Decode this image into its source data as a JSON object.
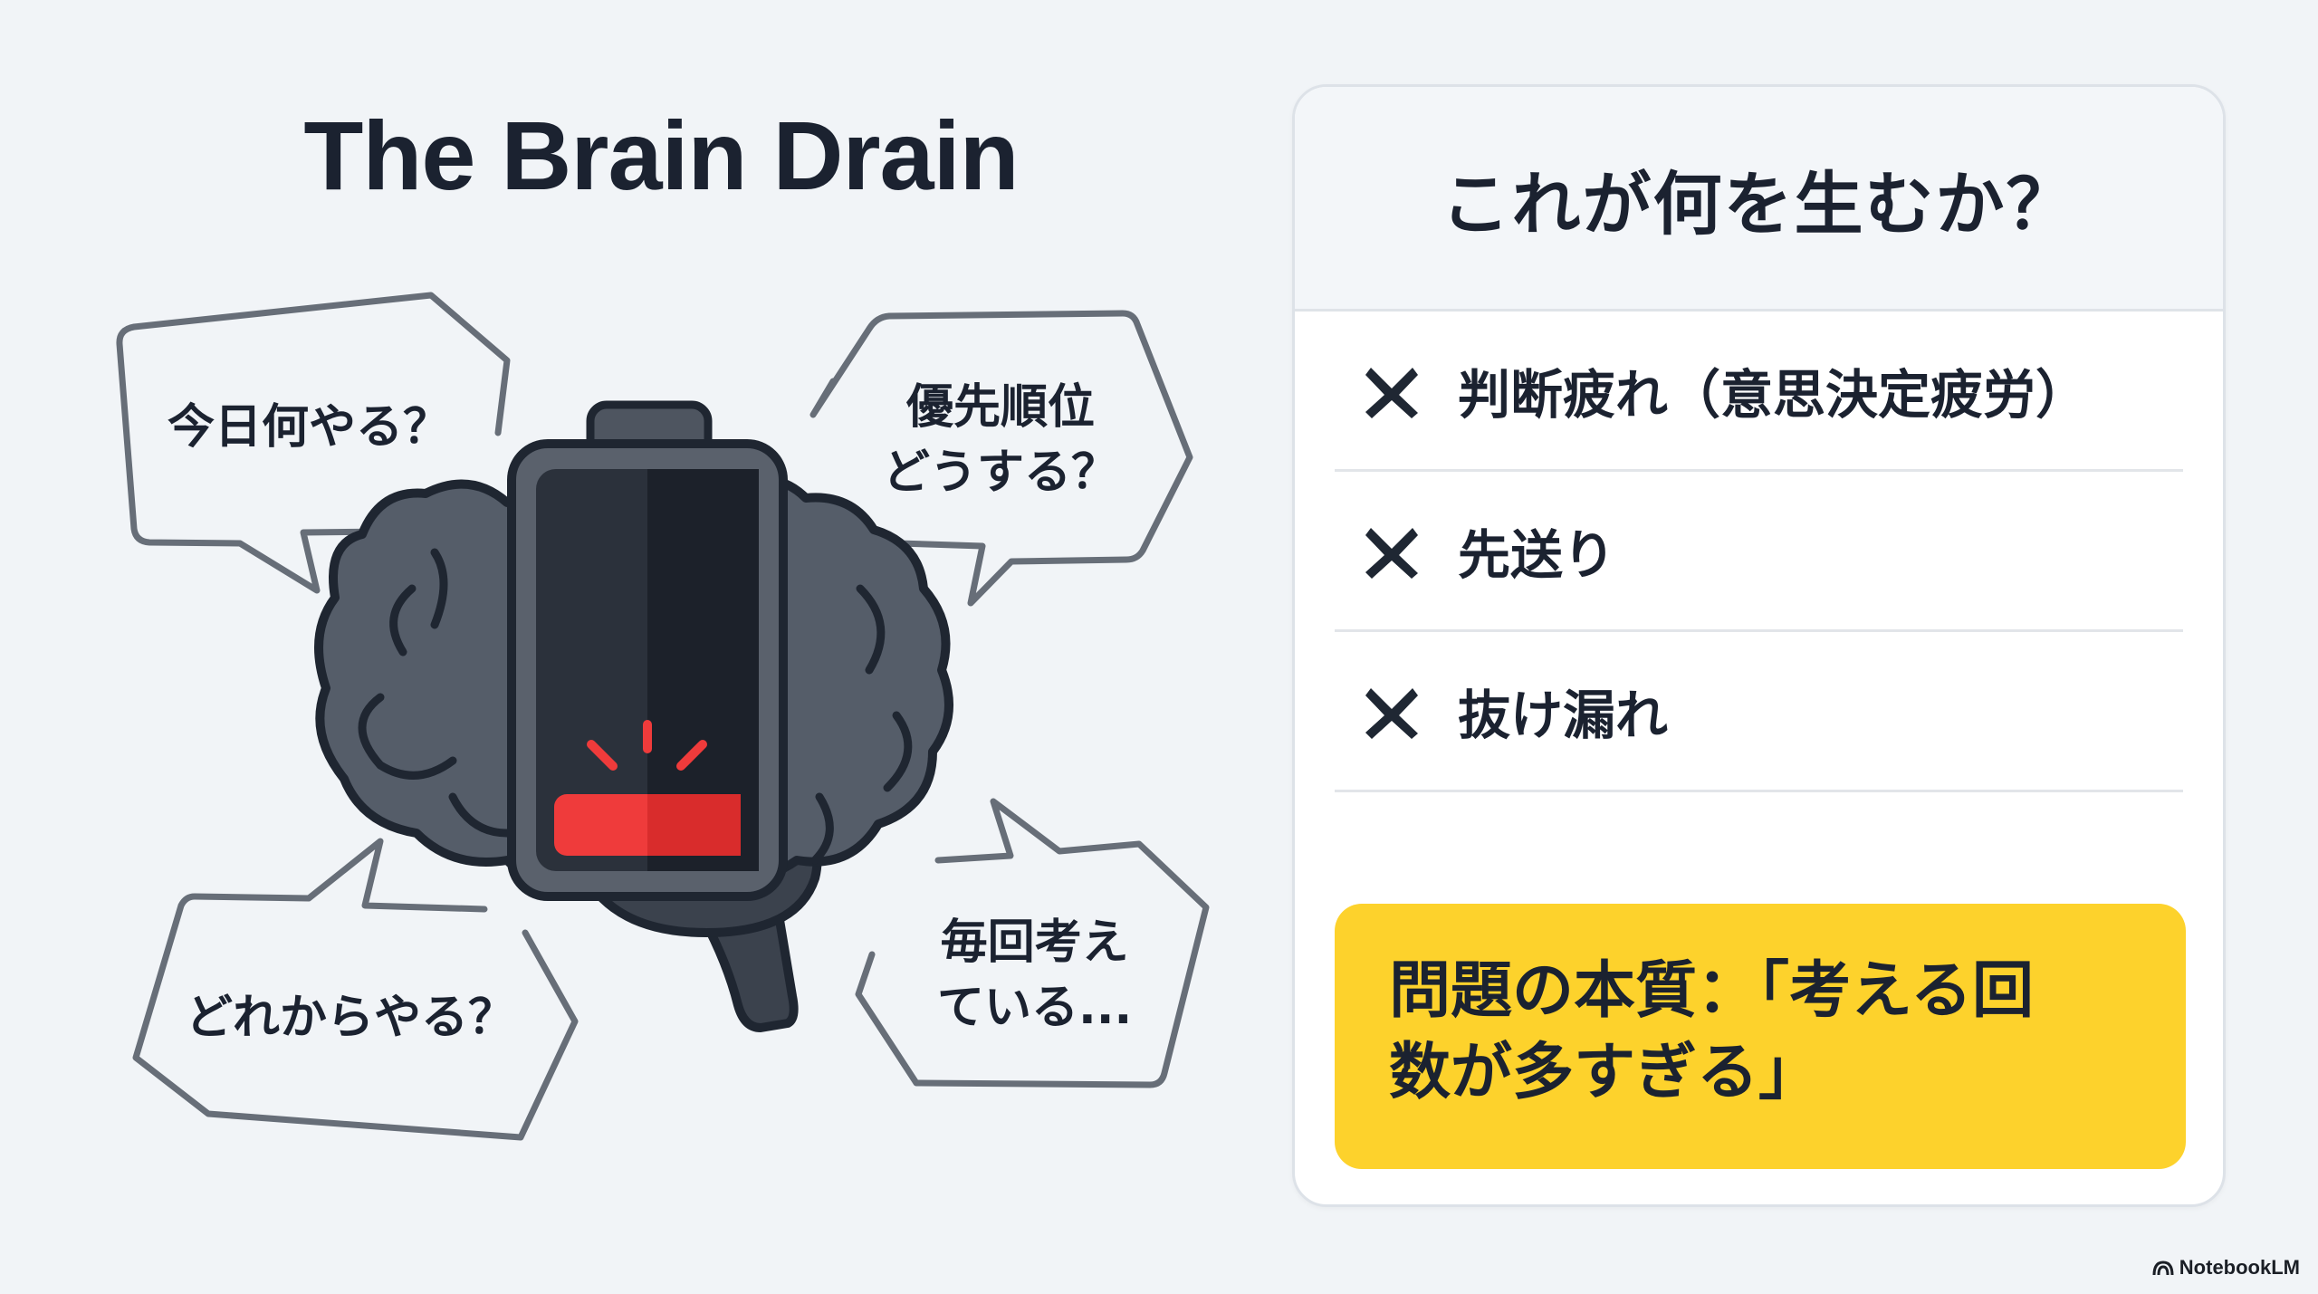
{
  "slide": {
    "title": "The Brain Drain",
    "background_color": "#f1f4f7"
  },
  "illustration": {
    "subject": "brain-with-low-battery",
    "battery_level_color": "#ef3b3b",
    "brain_color": "#555d69",
    "bubbles": [
      {
        "id": "top-left",
        "lines": [
          "今日何やる？"
        ]
      },
      {
        "id": "top-right",
        "lines": [
          "優先順位",
          "どうする？"
        ]
      },
      {
        "id": "bottom-left",
        "lines": [
          "どれからやる？"
        ]
      },
      {
        "id": "bottom-right",
        "lines": [
          "毎回考え",
          "ている..."
        ]
      }
    ]
  },
  "card": {
    "title": "これが何を生むか？",
    "items": [
      {
        "icon": "x-icon",
        "label": "判断疲れ（意思決定疲労）"
      },
      {
        "icon": "x-icon",
        "label": "先送り"
      },
      {
        "icon": "x-icon",
        "label": "抜け漏れ"
      }
    ],
    "highlight": {
      "line1": "問題の本質：「考える回",
      "line2": "数が多すぎる」",
      "color": "#fdd22c"
    }
  },
  "brand": {
    "label": "NotebookLM"
  }
}
